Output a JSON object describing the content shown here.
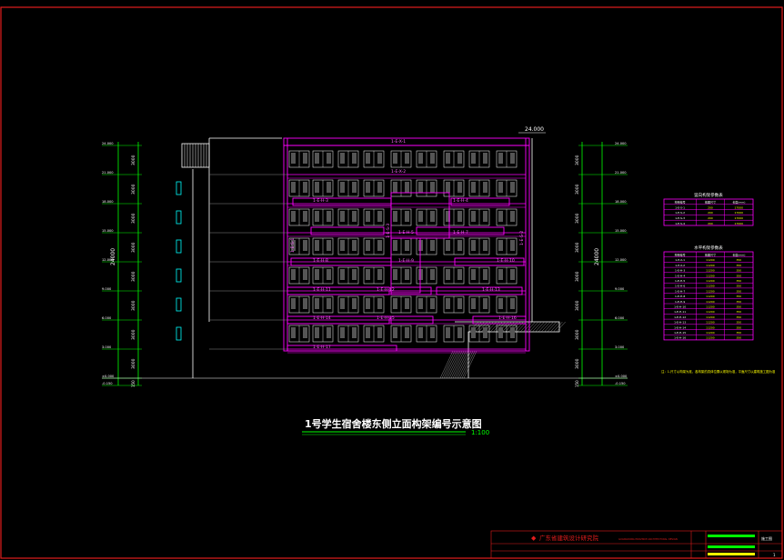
{
  "drawing": {
    "title": "1号学生宿舍楼东侧立面构架编号示意图",
    "scale": "1:100",
    "top_dimension": "24.000",
    "overall_height_left": "24000",
    "overall_height_right": "24000",
    "floor_height_dim": "3000",
    "bottom_dim": "150",
    "elevations_left": [
      "24.000",
      "21.000",
      "18.000",
      "15.000",
      "12.000",
      "9.000",
      "6.000",
      "3.000",
      "±0.000",
      "-0.150"
    ],
    "elevations_right": [
      "24.000",
      "21.000",
      "18.000",
      "15.000",
      "12.000",
      "9.000",
      "6.000",
      "3.000",
      "±0.000",
      "-0.150"
    ],
    "frame_labels": {
      "top": "1-E-X-1",
      "roof": "1-E-X-2",
      "left_vertical": "1-E-S-1",
      "right_vertical": "1-E-S-2",
      "mid_vertical": "1-E-S-3",
      "h_left_1": "1-E-H-3",
      "h_right_1": "1-E-H-4",
      "h_center_1": "1-E-H-5",
      "h_right_2": "1-E-H-7",
      "h_left_2": "1-E-H-8",
      "h_center_2": "1-E-H-9",
      "h_right_3": "1-E-H-10",
      "h_left_3": "1-E-H-11",
      "h_center_3": "1-E-H-12",
      "h_right_4": "1-E-H-13",
      "h_left_4": "1-E-H-14",
      "h_center_4": "1-E-H-15",
      "h_right_5": "1-E-H-16",
      "h_bottom": "1-E-H-17"
    },
    "note": "注：1.尺寸以构架为准，各构架的具体位置以现场为准，平面尺寸以建筑施工图为准"
  },
  "table1": {
    "title": "竖向构架参数表",
    "headers": [
      "构架编号",
      "截面尺寸",
      "长度(mm)"
    ],
    "rows": [
      [
        "1-E-S-1",
        "200",
        "17000"
      ],
      [
        "1-E-S-2",
        "200",
        "17000"
      ],
      [
        "1-E-S-3",
        "200",
        "17000"
      ],
      [
        "1-E-S-4",
        "200",
        "17000"
      ]
    ]
  },
  "table2": {
    "title": "水平构架参数表",
    "headers": [
      "构架编号",
      "截面尺寸",
      "长度(mm)"
    ],
    "rows": [
      [
        "1-E-X-1",
        "11200",
        "350"
      ],
      [
        "1-E-X-2",
        "11200",
        "350"
      ],
      [
        "1-E-H-3",
        "11200",
        "350"
      ],
      [
        "1-E-H-4",
        "11200",
        "350"
      ],
      [
        "1-E-H-5",
        "11200",
        "350"
      ],
      [
        "1-E-H-6",
        "11200",
        "350"
      ],
      [
        "1-E-H-7",
        "11200",
        "350"
      ],
      [
        "1-E-H-8",
        "11200",
        "350"
      ],
      [
        "1-E-H-9",
        "11200",
        "350"
      ],
      [
        "1-E-H-10",
        "11200",
        "350"
      ],
      [
        "1-E-H-11",
        "11200",
        "350"
      ],
      [
        "1-E-H-12",
        "11200",
        "350"
      ],
      [
        "1-E-H-13",
        "11200",
        "350"
      ],
      [
        "1-E-H-14",
        "11200",
        "350"
      ],
      [
        "1-E-H-15",
        "11200",
        "350"
      ],
      [
        "1-E-H-16",
        "11200",
        "350"
      ]
    ]
  },
  "title_block": {
    "company": "广东省建筑设计研究院",
    "company_en": "GUANGDONG PROVINCE ARCHITECTURAL DESIGN",
    "stage": "施工图",
    "sheet": "1"
  },
  "colors": {
    "background": "#000000",
    "border": "#e11d1d",
    "building_frame": "#ff00ff",
    "dimension": "#00ff00",
    "building_line": "#ffffff",
    "window_blue": "#00ffff",
    "table_yellow": "#ffff00",
    "title_text": "#ffffff"
  }
}
